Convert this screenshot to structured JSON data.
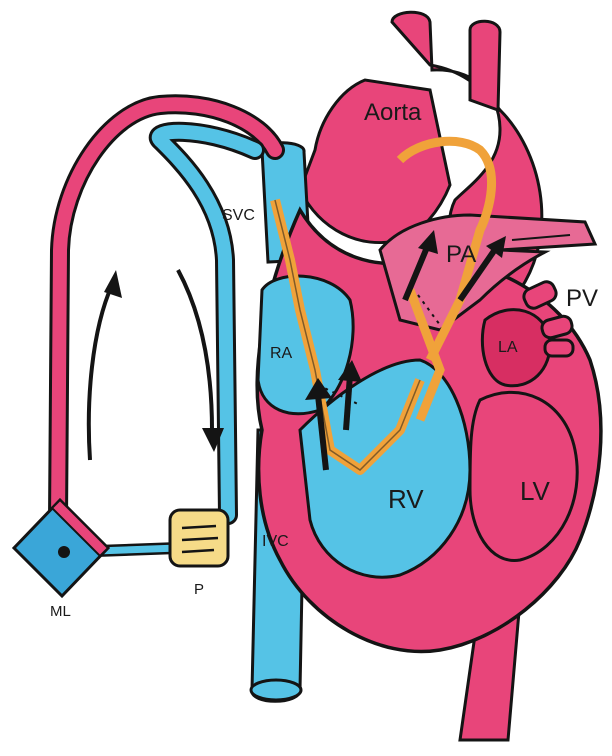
{
  "labels": {
    "aorta": "Aorta",
    "svc": "SVC",
    "pa": "PA",
    "pv": "PV",
    "ra": "RA",
    "la": "LA",
    "rv": "RV",
    "lv": "LV",
    "ivc": "IVC",
    "p": "P",
    "ml": "ML"
  },
  "colors": {
    "arterial": "#e8457a",
    "arterial_dark": "#c92a5c",
    "venous": "#55c3e6",
    "venous_dark": "#2e9fc8",
    "lead": "#f0a23a",
    "generator": "#f6db88",
    "outline": "#141414"
  },
  "icons": [
    "up-arrow-icon",
    "down-arrow-icon",
    "blood-flow-arrow-icon"
  ]
}
